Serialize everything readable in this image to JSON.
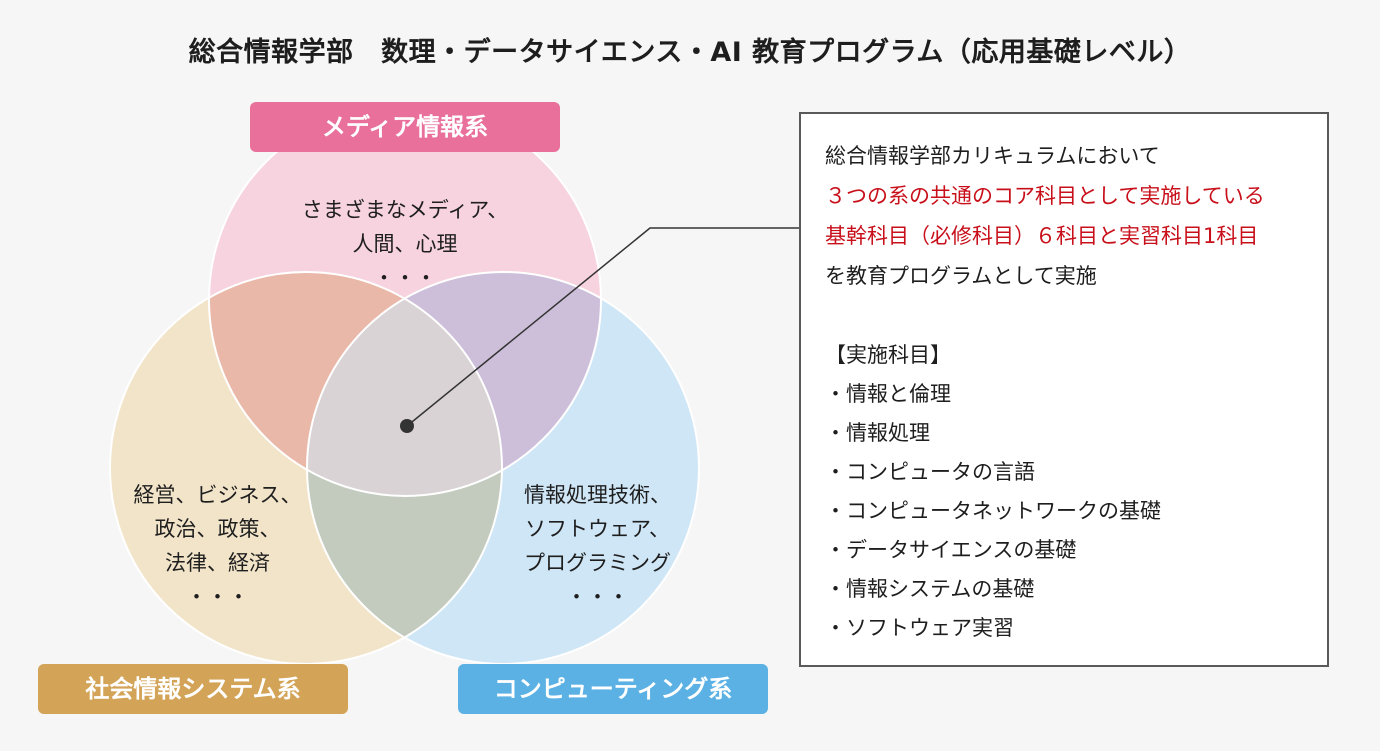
{
  "title": "総合情報学部　数理・データサイエンス・AI 教育プログラム（応用基礎レベル）",
  "labels": {
    "media": "メディア情報系",
    "social": "社会情報システム系",
    "computing": "コンピューティング系"
  },
  "regions": {
    "media": [
      "さまざまなメディア、",
      "人間、心理",
      "・・・"
    ],
    "social": [
      "経営、ビジネス、",
      "政治、政策、",
      "法律、経済",
      "・・・"
    ],
    "computing": [
      "情報処理技術、",
      "ソフトウェア、",
      "プログラミング",
      "・・・"
    ]
  },
  "colors": {
    "media_label": "#e8709a",
    "social_label": "#d3a458",
    "computing_label": "#5cb1e4",
    "highlight_text": "#c8101b"
  },
  "info": {
    "line1": "総合情報学部カリキュラムにおいて",
    "line2": "３つの系の共通のコア科目として実施している",
    "line3": "基幹科目（必修科目）６科目と実習科目1科目",
    "line4": "を教育プログラムとして実施",
    "heading": "【実施科目】",
    "subjects": [
      "・情報と倫理",
      "・情報処理",
      "・コンピュータの言語",
      "・コンピュータネットワークの基礎",
      "・データサイエンスの基礎",
      "・情報システムの基礎",
      "・ソフトウェア実習"
    ]
  }
}
